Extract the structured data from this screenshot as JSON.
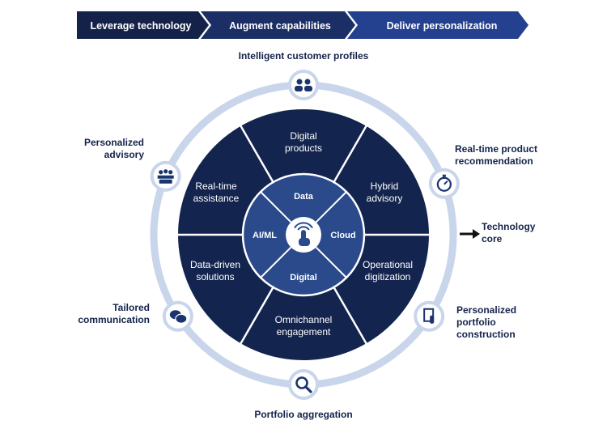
{
  "header": {
    "steps": [
      "Leverage technology",
      "Augment capabilities",
      "Deliver personalization"
    ]
  },
  "segments": [
    {
      "lines": [
        "Digital",
        "products"
      ]
    },
    {
      "lines": [
        "Hybrid",
        "advisory"
      ]
    },
    {
      "lines": [
        "Operational",
        "digitization"
      ]
    },
    {
      "lines": [
        "Omnichannel",
        "engagement"
      ]
    },
    {
      "lines": [
        "Data-driven",
        "solutions"
      ]
    },
    {
      "lines": [
        "Real-time",
        "assistance"
      ]
    }
  ],
  "core": {
    "top": "Data",
    "right": "Cloud",
    "bottom": "Digital",
    "left": "AI/ML",
    "icon": "touch-signal-icon"
  },
  "core_callout": {
    "lines": [
      "Technology",
      "core"
    ]
  },
  "outer": [
    {
      "key": "profiles",
      "icon": "people-icon",
      "lines": [
        "Intelligent customer profiles"
      ]
    },
    {
      "key": "realtime",
      "icon": "stopwatch-refresh-icon",
      "lines": [
        "Real-time product",
        "recommendation"
      ]
    },
    {
      "key": "portfolio",
      "icon": "document-touch-icon",
      "lines": [
        "Personalized",
        "portfolio",
        "construction"
      ]
    },
    {
      "key": "aggregation",
      "icon": "magnifier-icon",
      "lines": [
        "Portfolio aggregation"
      ]
    },
    {
      "key": "communication",
      "icon": "chat-bubbles-icon",
      "lines": [
        "Tailored",
        "communication"
      ]
    },
    {
      "key": "advisory",
      "icon": "meeting-icon",
      "lines": [
        "Personalized",
        "advisory"
      ]
    }
  ],
  "colors": {
    "navy": "#13244e",
    "chevron_dark": "#14224a",
    "chevron_mid": "#1b2f66",
    "chevron_light": "#24418f",
    "ring": "#c9d5ea",
    "hub": "#2a4a8c",
    "icon_fill": "#1a3470"
  }
}
